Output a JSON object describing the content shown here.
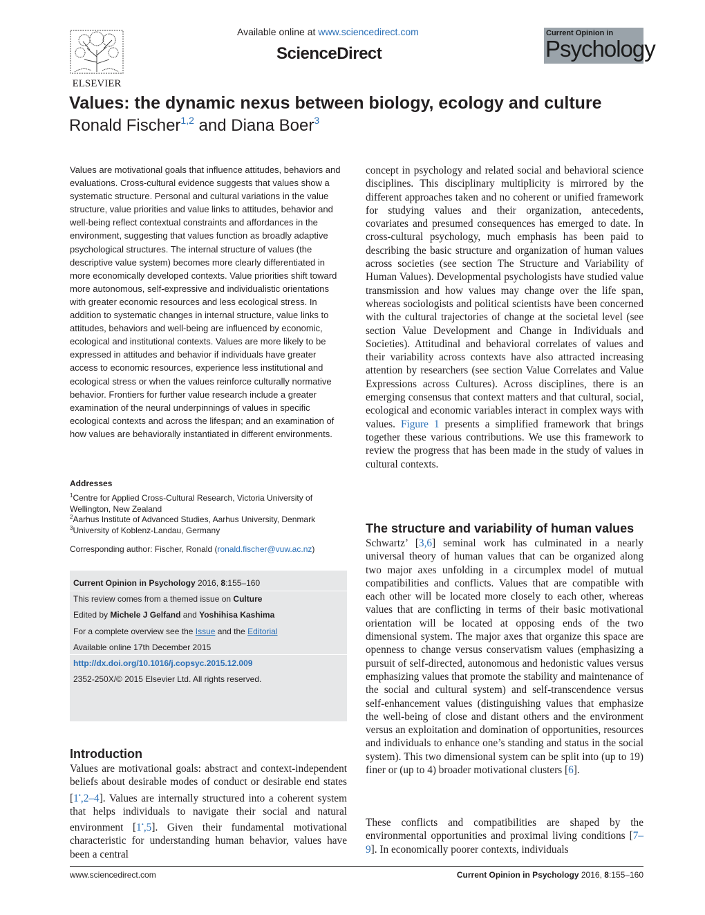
{
  "header": {
    "available_prefix": "Available online at ",
    "available_link": "www.sciencedirect.com",
    "brand": "ScienceDirect",
    "publisher_logo_text": "ELSEVIER",
    "journal_logo_top": "Current Opinion in",
    "journal_logo_main": "Psychology",
    "journal_logo_bg": "#9aa3aa"
  },
  "article": {
    "title": "Values: the dynamic nexus between biology, ecology and culture",
    "author1": "Ronald Fischer",
    "author1_sup": "1,2",
    "and": " and ",
    "author2": "Diana Boer",
    "author2_sup": "3"
  },
  "abstract": "Values are motivational goals that influence attitudes, behaviors and evaluations. Cross-cultural evidence suggests that values show a systematic structure. Personal and cultural variations in the value structure, value priorities and value links to attitudes, behavior and well-being reflect contextual constraints and affordances in the environment, suggesting that values function as broadly adaptive psychological structures. The internal structure of values (the descriptive value system) becomes more clearly differentiated in more economically developed contexts. Value priorities shift toward more autonomous, self-expressive and individualistic orientations with greater economic resources and less ecological stress. In addition to systematic changes in internal structure, value links to attitudes, behaviors and well-being are influenced by economic, ecological and institutional contexts. Values are more likely to be expressed in attitudes and behavior if individuals have greater access to economic resources, experience less institutional and ecological stress or when the values reinforce culturally normative behavior. Frontiers for further value research include a greater examination of the neural underpinnings of values in specific ecological contexts and across the lifespan; and an examination of how values are behaviorally instantiated in different environments.",
  "addresses": {
    "heading": "Addresses",
    "items": [
      {
        "sup": "1",
        "text": "Centre for Applied Cross-Cultural Research, Victoria University of Wellington, New Zealand"
      },
      {
        "sup": "2",
        "text": "Aarhus Institute of Advanced Studies, Aarhus University, Denmark"
      },
      {
        "sup": "3",
        "text": "University of Koblenz-Landau, Germany"
      }
    ],
    "corresponding_prefix": "Corresponding author: Fischer, Ronald (",
    "corresponding_email": "ronald.fischer@vuw.ac.nz",
    "corresponding_suffix": ")"
  },
  "infobox": {
    "journal": "Current Opinion in Psychology",
    "citation": " 2016, ",
    "volume": "8",
    "pages": ":155–160",
    "theme_prefix": "This review comes from a themed issue on ",
    "theme": "Culture",
    "edited_prefix": "Edited by ",
    "editor1": "Michele J Gelfand",
    "edited_and": " and ",
    "editor2": "Yoshihisa Kashima",
    "overview_prefix": "For a complete overview see the ",
    "issue_link": "Issue",
    "overview_and": " and the ",
    "editorial_link": "Editorial",
    "available_online": "Available online 17th December 2015",
    "doi": "http://dx.doi.org/10.1016/j.copsyc.2015.12.009",
    "copyright": "2352-250X/© 2015 Elsevier Ltd. All rights reserved."
  },
  "introduction": {
    "heading": "Introduction",
    "t1": "Values are motivational goals: abstract and context-independent beliefs about desirable modes of conduct or desirable end states [",
    "r1": "1",
    "star": "•",
    "r2": ",2–4",
    "t2": "]. Values are internally structured into a coherent system that helps individuals to navigate their social and natural environment [",
    "r3": "1",
    "r4": ",5",
    "t3": "]. Given their fundamental motivational characteristic for understanding human behavior, values have been a central"
  },
  "right": {
    "p1_a": "concept in psychology and related social and behavioral science disciplines. This disciplinary multiplicity is mirrored by the different approaches taken and no coherent or unified framework for studying values and their organization, antecedents, covariates and presumed consequences has emerged to date. In cross-cultural psychology, much emphasis has been paid to describing the basic structure and organization of human values across societies (see section The Structure and Variability of Human Values). Developmental psychologists have studied value transmission and how values may change over the life span, whereas sociologists and political scientists have been concerned with the cultural trajectories of change at the societal level (see section Value Development and Change in Individuals and Societies). Attitudinal and behavioral correlates of values and their variability across contexts have also attracted increasing attention by researchers (see section Value Correlates and Value Expressions across Cultures). Across disciplines, there is an emerging consensus that context matters and that cultural, social, ecological and economic variables interact in complex ways with values. ",
    "fig_link": "Figure 1",
    "p1_b": " presents a simplified framework that brings together these various contributions. We use this framework to review the progress that has been made in the study of values in cultural contexts.",
    "section_heading": "The structure and variability of human values",
    "p2_a": "Schwartz’ [",
    "p2_ref1": "3,6",
    "p2_b": "] seminal work has culminated in a nearly universal theory of human values that can be organized along two major axes unfolding in a circumplex model of mutual compatibilities and conflicts. Values that are compatible with each other will be located more closely to each other, whereas values that are conflicting in terms of their basic motivational orientation will be located at opposing ends of the two dimensional system. The major axes that organize this space are openness to change versus conservatism values (emphasizing a pursuit of self-directed, autonomous and hedonistic values versus emphasizing values that promote the stability and maintenance of the social and cultural system) and self-transcendence versus self-enhancement values (distinguishing values that emphasize the well-being of close and distant others and the environment versus an exploitation and domination of opportunities, resources and individuals to enhance one’s standing and status in the social system). This two dimensional system can be split into (up to 19) finer or (up to 4) broader motivational clusters [",
    "p2_ref2": "6",
    "p2_c": "].",
    "p3_a": "These conflicts and compatibilities are shaped by the environmental opportunities and proximal living conditions [",
    "p3_ref": "7–9",
    "p3_b": "]. In economically poorer contexts, individuals"
  },
  "footer": {
    "left": "www.sciencedirect.com",
    "journal": "Current Opinion in Psychology",
    "year": " 2016, ",
    "volume": "8",
    "pages": ":155–160"
  }
}
